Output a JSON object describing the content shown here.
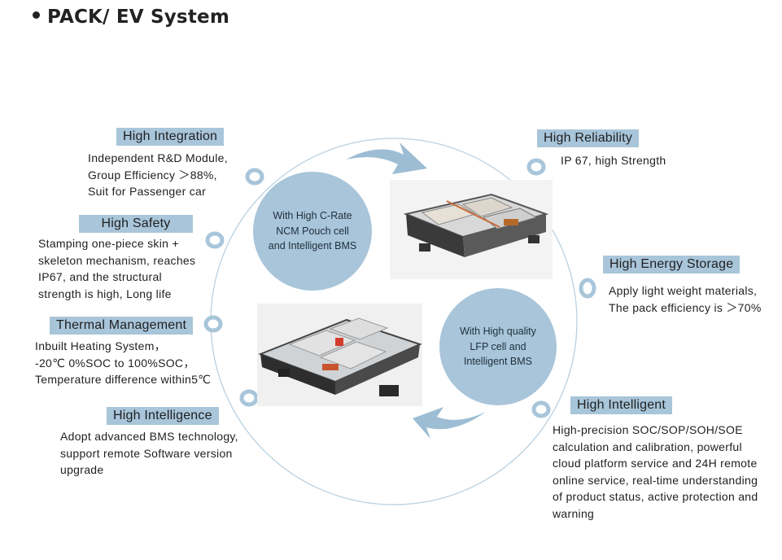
{
  "title": "PACK/ EV System",
  "colors": {
    "accent": "#a8c5da",
    "ring": "#b9d0e0",
    "arrow": "#8cb0cb",
    "text": "#1f1f1f"
  },
  "center": {
    "top_bubble": [
      "With High C-Rate",
      "NCM Pouch cell",
      "and Intelligent BMS"
    ],
    "bottom_bubble": [
      "With High quality",
      "LFP cell and",
      "Intelligent BMS"
    ]
  },
  "features": {
    "high_integration": {
      "tag": "High Integration",
      "lines": [
        "Independent R&D Module,",
        "Group Efficiency ＞88%,",
        "Suit for Passenger car"
      ]
    },
    "high_safety": {
      "tag": "High Safety",
      "lines": [
        "Stamping one-piece skin +",
        "skeleton mechanism, reaches",
        "IP67, and the structural",
        "strength is high, Long life"
      ]
    },
    "thermal_management": {
      "tag": "Thermal Management",
      "lines": [
        "Inbuilt Heating System，",
        "-20℃ 0%SOC to 100%SOC，",
        "Temperature difference within5℃"
      ]
    },
    "high_intelligence": {
      "tag": "High Intelligence",
      "lines": [
        "Adopt advanced BMS technology,",
        "support remote Software version",
        "upgrade"
      ]
    },
    "high_reliability": {
      "tag": "High Reliability",
      "lines": [
        "IP 67, high Strength"
      ]
    },
    "high_energy_storage": {
      "tag": "High Energy Storage",
      "lines": [
        "Apply light weight materials,",
        "The pack efficiency is ＞70%"
      ]
    },
    "high_intelligent": {
      "tag": "High Intelligent",
      "lines": [
        "High-precision SOC/SOP/SOH/SOE",
        "calculation and calibration, powerful",
        "cloud platform service and 24H remote",
        "online service, real-time understanding",
        "of product status, active protection and",
        "warning"
      ]
    }
  }
}
